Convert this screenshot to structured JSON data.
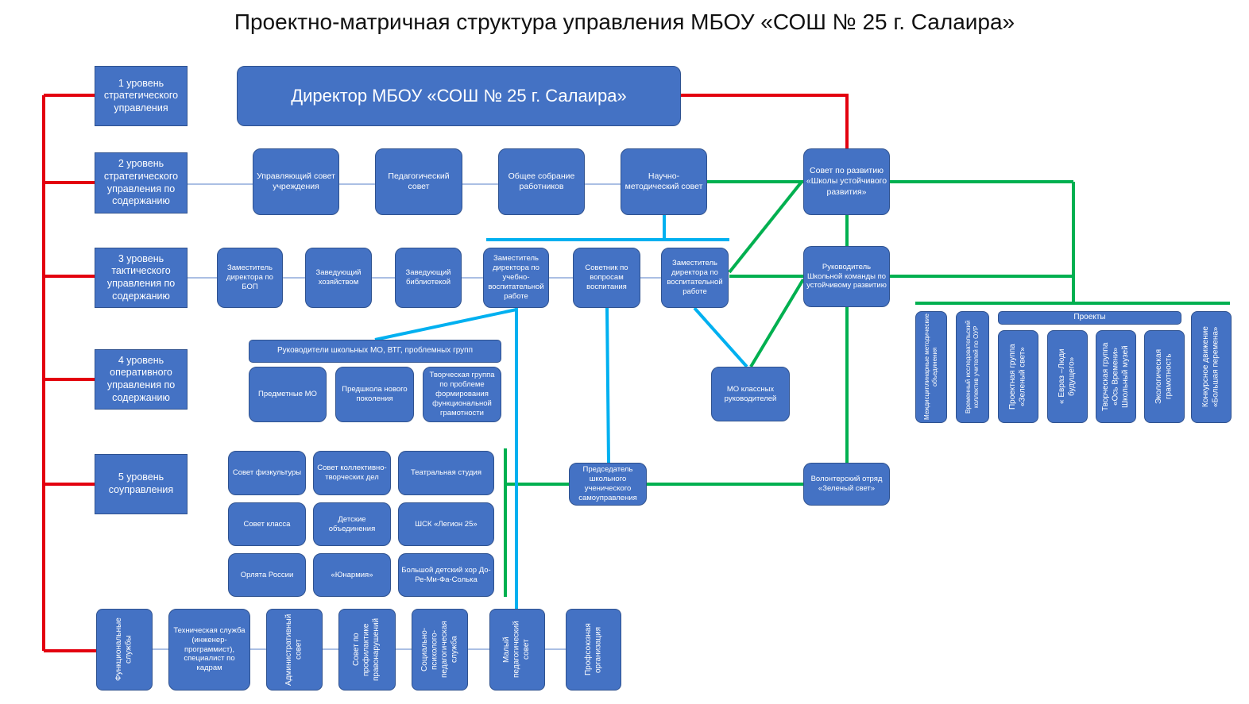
{
  "title": "Проектно-матричная структура управления МБОУ «СОШ № 25 г. Салаира»",
  "levels": [
    "1 уровень стратегического управления",
    "2 уровень стратегического управления по содержанию",
    "3 уровень тактического управления по содержанию",
    "4 уровень оперативного управления по содержанию",
    "5 уровень соуправления"
  ],
  "director": "Директор МБОУ «СОШ № 25 г. Салаира»",
  "row2": {
    "b1": "Управляющий совет учреждения",
    "b2": "Педагогический совет",
    "b3": "Общее собрание работников",
    "b4": "Научно-методический совет",
    "b5": "Совет по развитию «Школы устойчивого развития»"
  },
  "row3": {
    "b1": "Заместитель директора по БОП",
    "b2": "Заведующий хозяйством",
    "b3": "Заведующий библиотекой",
    "b4": "Заместитель директора по учебно-воспитательной работе",
    "b5": "Советник по вопросам воспитания",
    "b6": "Заместитель директора по воспитательной работе",
    "b7": "Руководитель Школьной команды по устойчивому развитию"
  },
  "row4": {
    "bar": "Руководители школьных МО, ВТГ, проблемных групп",
    "b1": "Предметные МО",
    "b2": "Предшкола нового поколения",
    "b3": "Творческая группа по проблеме формирования функциональной грамотности",
    "mo": "МО классных руководителей"
  },
  "row5": {
    "g1": "Совет физкультуры",
    "g2": "Совет коллективно-творческих дел",
    "g3": "Театральная студия",
    "g4": "Совет класса",
    "g5": "Детские объединения",
    "g6": "ШСК «Легион 25»",
    "g7": "Орлята России",
    "g8": "«Юнармия»",
    "g9": "Большой детский хор До-Ре-Ми-Фа-Солька",
    "chair": "Председатель школьного ученического самоуправления",
    "volunteer": "Волонтерский отряд «Зеленый свет»"
  },
  "bottom": {
    "b1": "Функциональные службы",
    "b2": "Техническая служба (инженер-программист), специалист по кадрам",
    "b3": "Административный совет",
    "b4": "Совет по профилактике правонарушений",
    "b5": "Социально-психолого-педагогическая служба",
    "b6": "Малый педагогический совет",
    "b7": "Профсоюзная организация"
  },
  "right": {
    "inter": "Междисциплинарные методические объединения",
    "temp": "Временный исследовательский коллектив учителей по ОУР",
    "projects_label": "Проекты",
    "p1": "Проектная группа «Зеленый свет»",
    "p2": "« Евраз –Люди будущего»",
    "p3": "Творческая группа «Ось Времени» Школьный музей",
    "p4": "Экологическая грамотность",
    "p5": "Конкурсное движение «Большая перемена»"
  },
  "colors": {
    "box": "#4472c4",
    "red": "#e3000f",
    "green": "#00b050",
    "cyan": "#00b0f0",
    "thin": "#8faadc"
  }
}
